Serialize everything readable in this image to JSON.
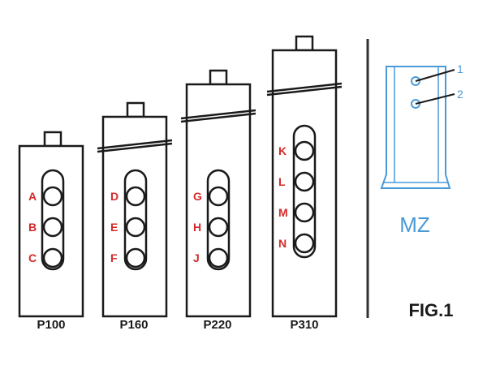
{
  "colors": {
    "outline": "#1a1a1a",
    "letter": "#d42a2a",
    "mz_blue": "#4a9ad8"
  },
  "models": [
    {
      "name": "P100",
      "ports": [
        "A",
        "B",
        "C"
      ]
    },
    {
      "name": "P160",
      "ports": [
        "D",
        "E",
        "F"
      ]
    },
    {
      "name": "P220",
      "ports": [
        "G",
        "H",
        "J"
      ]
    },
    {
      "name": "P310",
      "ports": [
        "K",
        "L",
        "M",
        "N"
      ]
    }
  ],
  "mz": {
    "title": "MZ",
    "callouts": [
      "1",
      "2"
    ]
  },
  "figure_label": "FIG.1"
}
